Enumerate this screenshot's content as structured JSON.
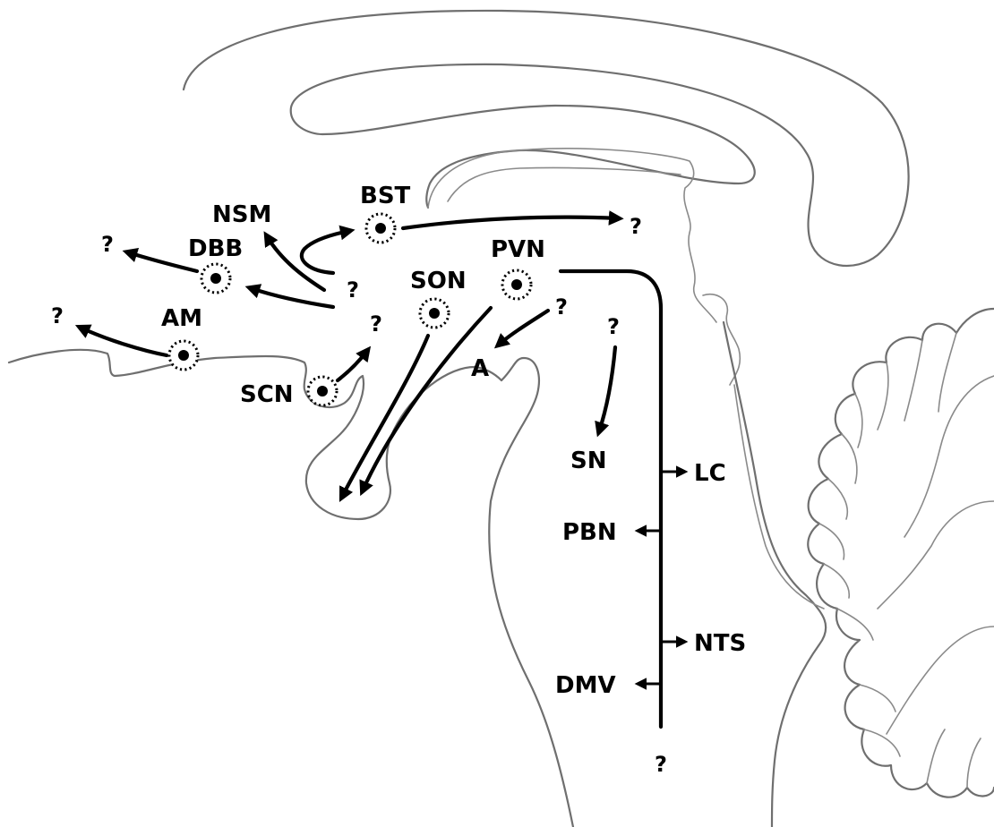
{
  "nuclei": {
    "bst": "BST",
    "nsm": "NSM",
    "dbb": "DBB",
    "am": "AM",
    "son": "SON",
    "pvn": "PVN",
    "scn": "SCN",
    "a": "A",
    "sn": "SN",
    "lc": "LC",
    "pbn": "PBN",
    "nts": "NTS",
    "dmv": "DMV"
  },
  "unknown_target": "?"
}
